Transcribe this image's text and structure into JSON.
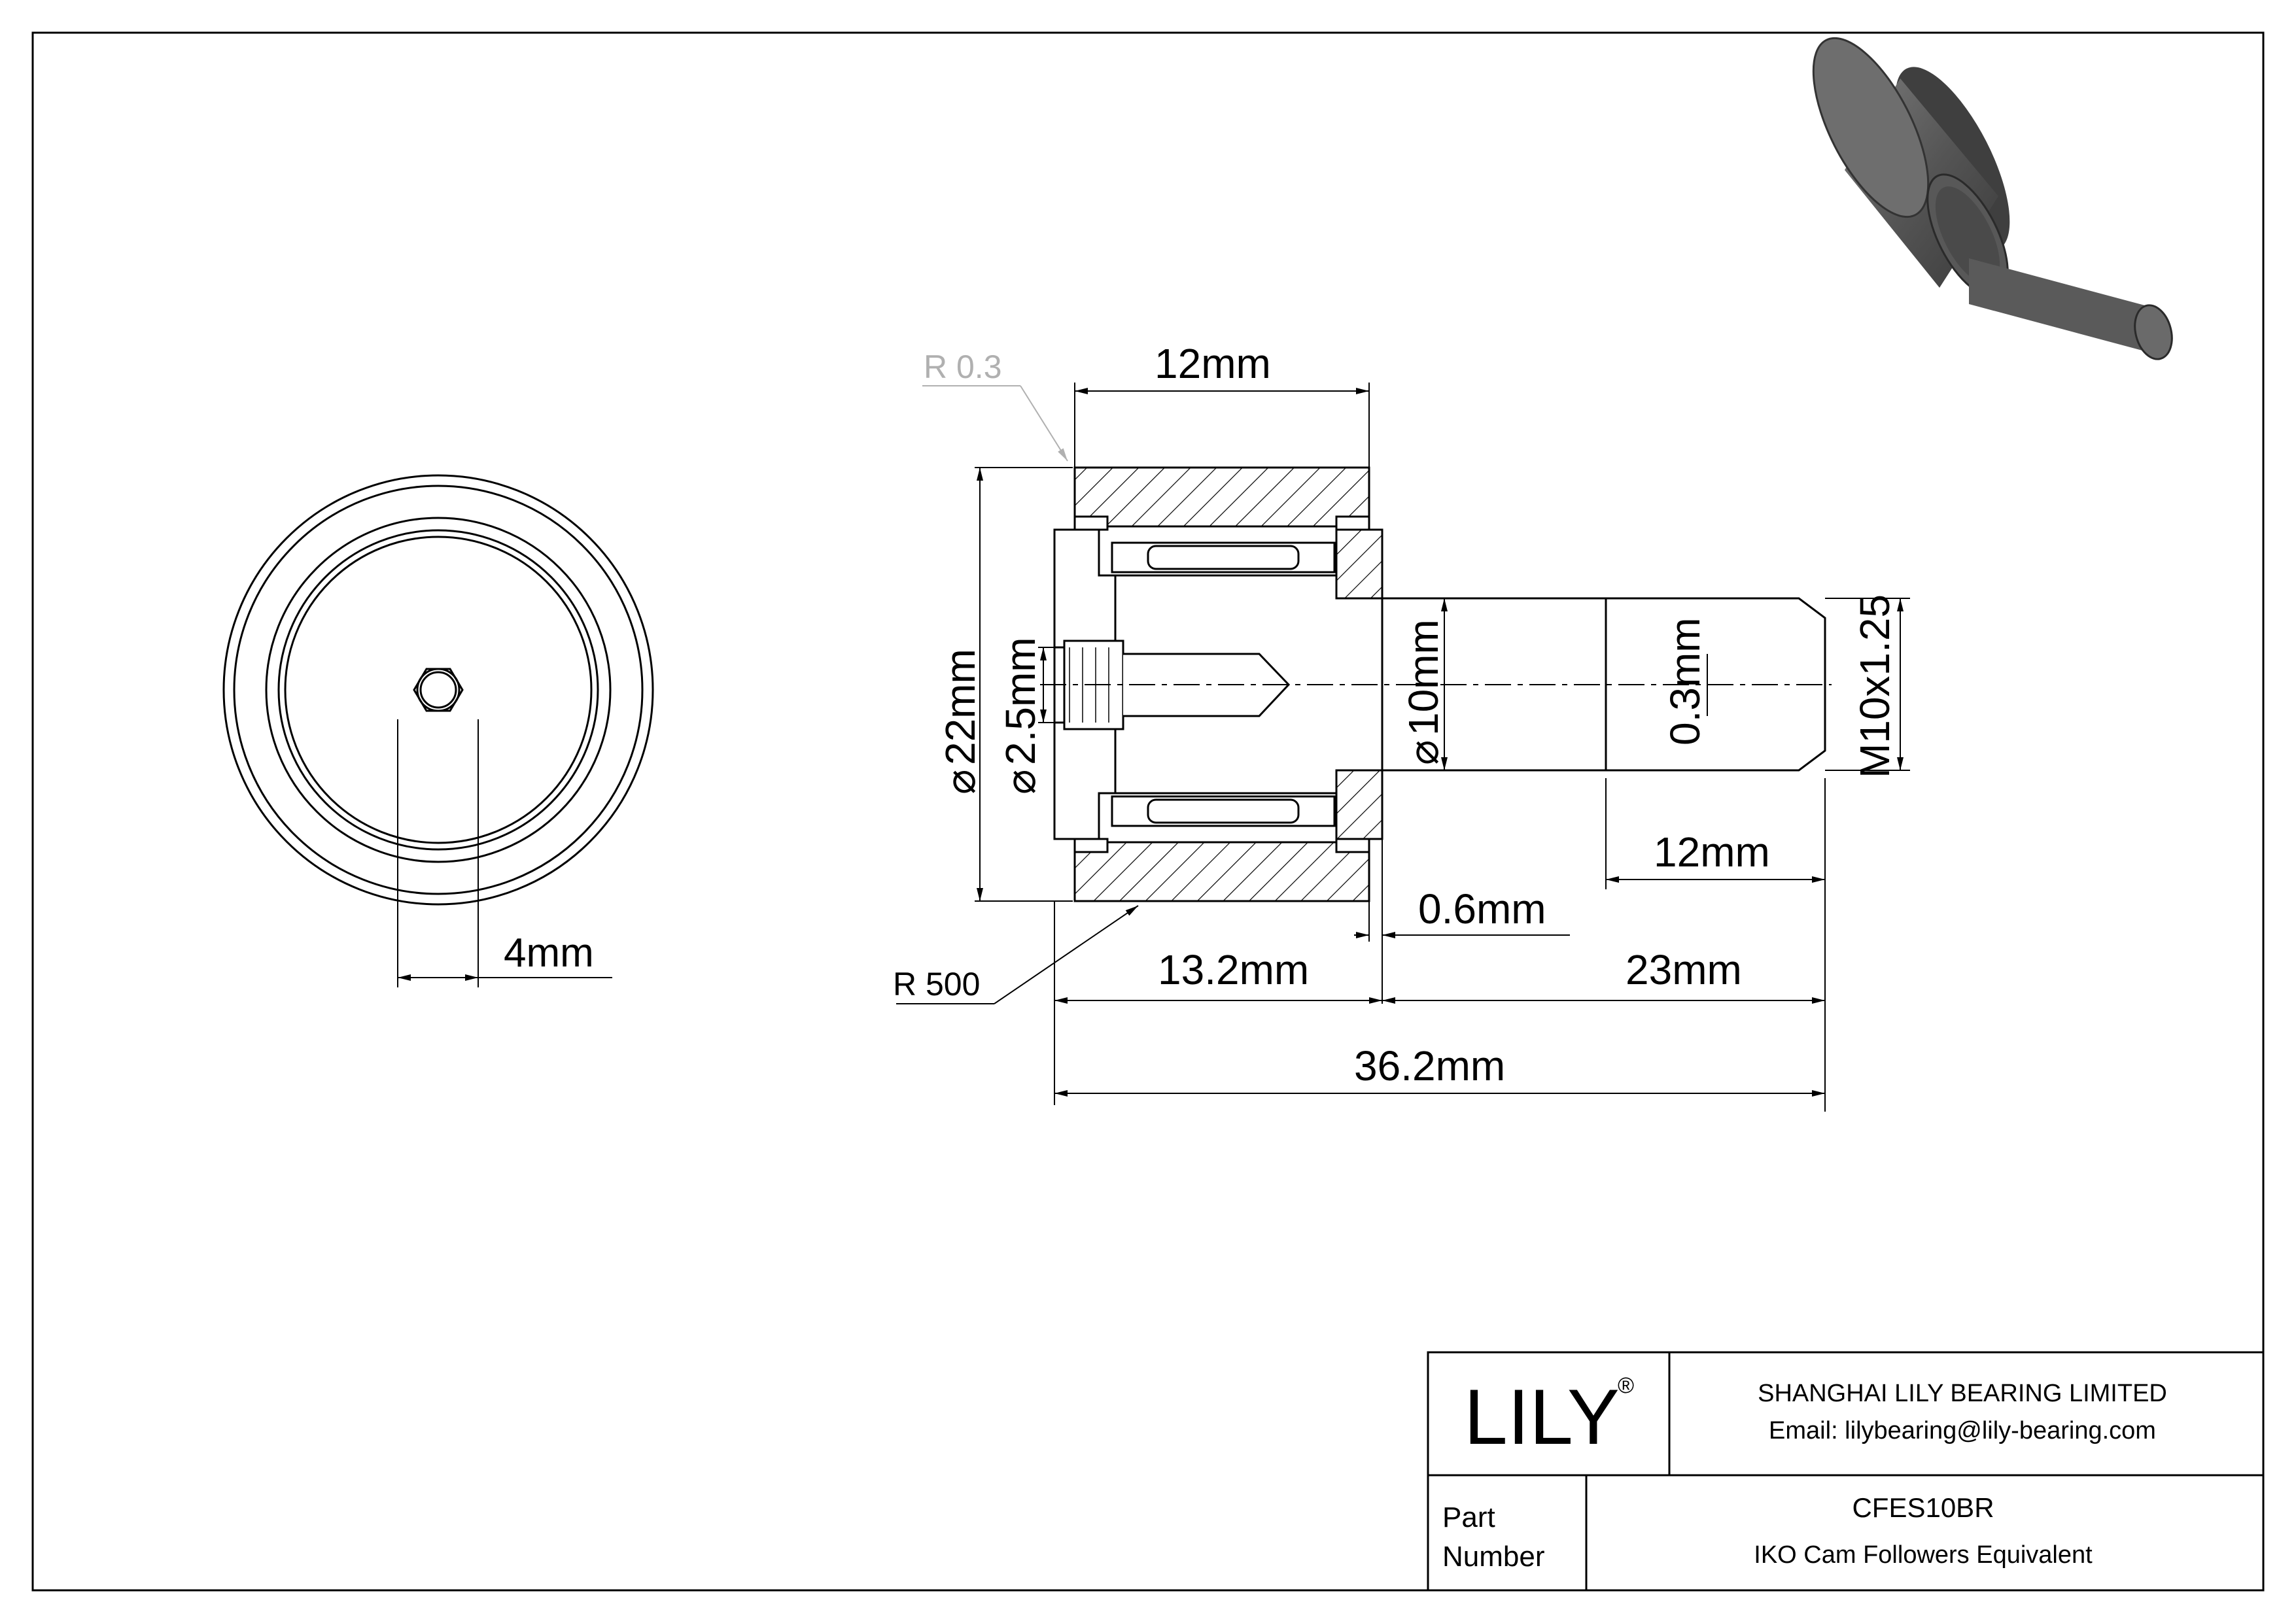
{
  "front_view": {
    "hex_dim": "4mm"
  },
  "side_view": {
    "r_top": "R 0.3",
    "r_bottom": "R 500",
    "width_top": "12mm",
    "outer_dia": "22mm",
    "hole_dia": "2.5mm",
    "stud_dia": "10mm",
    "groove": "0.3mm",
    "thread": "M10x1.25",
    "thread_len": "12mm",
    "flange": "0.6mm",
    "body_len": "13.2mm",
    "stud_len": "23mm",
    "total_len": "36.2mm"
  },
  "title_block": {
    "logo": "LILY",
    "logo_mark": "®",
    "company": "SHANGHAI LILY BEARING LIMITED",
    "email": "Email: lilybearing@lily-bearing.com",
    "part_label_1": "Part",
    "part_label_2": "Number",
    "part_number": "CFES10BR",
    "description": "IKO Cam Followers Equivalent"
  },
  "colors": {
    "line": "#000000",
    "dim_gray": "#b0b0b0",
    "render_dark": "#4a4a4a",
    "render_mid": "#6a6a6a"
  }
}
